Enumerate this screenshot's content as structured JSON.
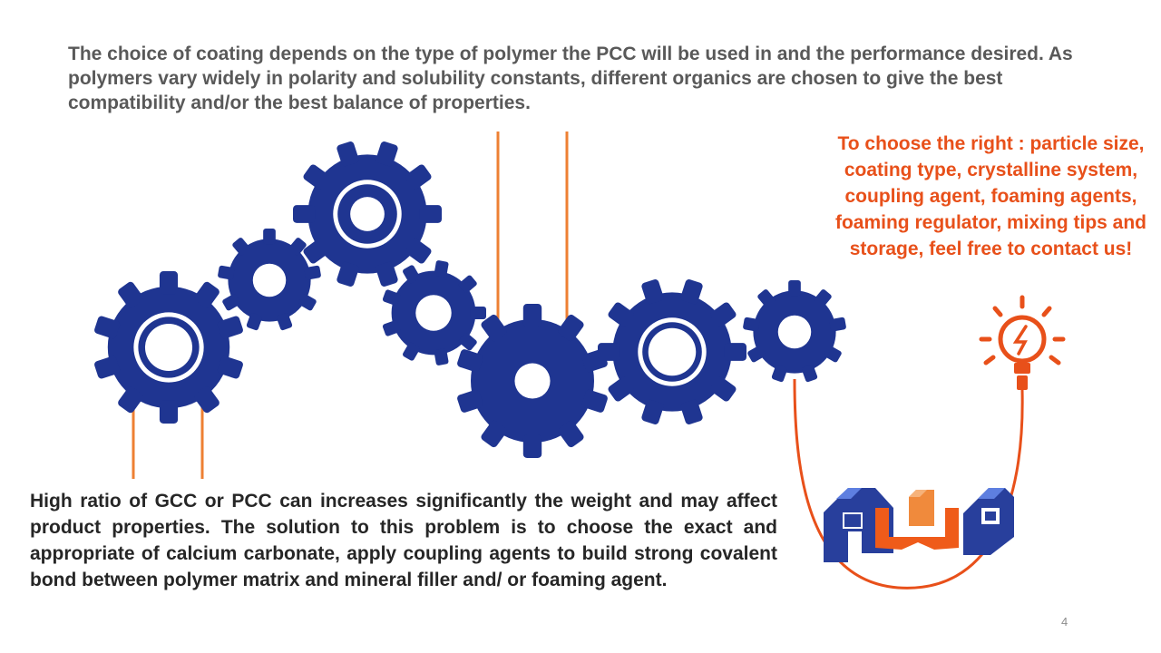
{
  "top_paragraph": "The choice of coating depends on the type of polymer the PCC will be used in and the performance desired. As polymers vary widely in polarity and solubility constants, different organics are chosen to give the best compatibility and/or the best balance of properties.",
  "bottom_paragraph": "High ratio of GCC or PCC can increases significantly the weight and may affect product properties. The solution to this problem is to choose the exact and appropriate of calcium carbonate, apply coupling agents to build strong covalent bond between polymer matrix and mineral filler and/ or foaming agent.",
  "callout_text": "To choose the right : particle size, coating type, crystalline system, coupling agent, foaming agents, foaming regulator, mixing tips and storage, feel free to contact us!",
  "page_number": "4",
  "colors": {
    "gear_blue": "#1f3591",
    "accent_orange": "#e8501a",
    "line_orange": "#ee8033",
    "logo_blue": "#283f9c",
    "logo_light_blue": "#5e7fe0",
    "logo_orange": "#ef5b1a"
  },
  "icons": [
    "gear-icon",
    "lightbulb-icon",
    "logo"
  ]
}
